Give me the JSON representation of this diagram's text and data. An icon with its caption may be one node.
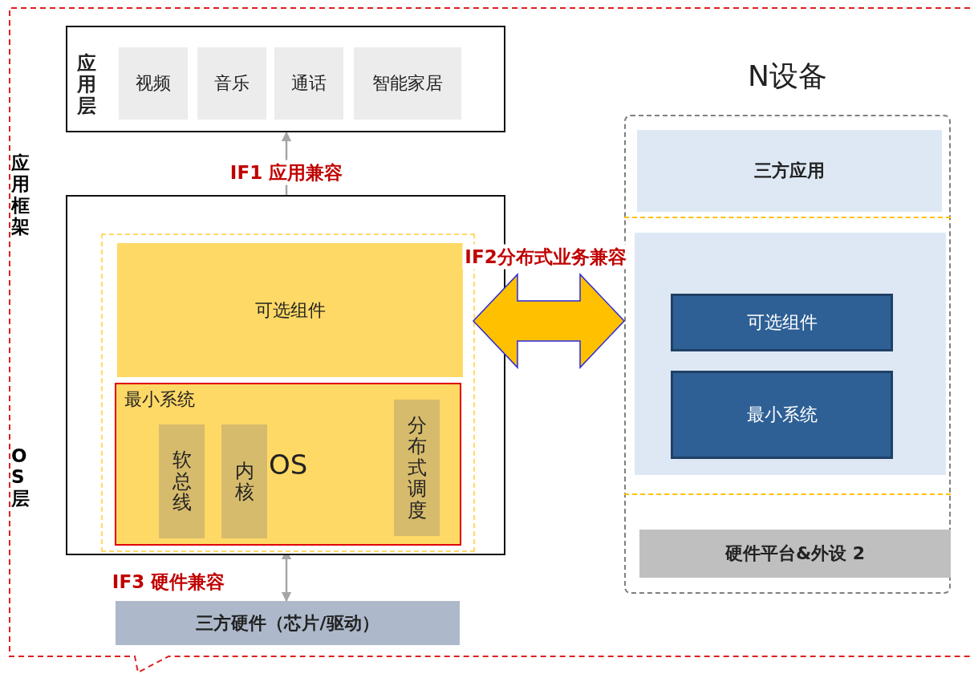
{
  "diagram": {
    "nodes": [
      {
        "text": [
          "应用层"
        ]
      },
      {
        "text": [
          "视频"
        ],
        "in": 0
      },
      {
        "text": [
          "音乐"
        ],
        "in": 0
      },
      {
        "text": [
          "通话"
        ],
        "in": 0
      },
      {
        "text": [
          "智能家居"
        ],
        "in": 0
      },
      {
        "text": [],
        "shape": "box"
      },
      {
        "text": [],
        "shape": "box",
        "in": 5
      },
      {
        "text": [
          "可选组件"
        ],
        "in": 6
      },
      {
        "text": [
          "最小系统",
          "OS"
        ],
        "in": 6
      },
      {
        "text": [
          "软总线"
        ],
        "in": 8
      },
      {
        "text": [
          "内核"
        ],
        "in": 8
      },
      {
        "text": [
          "分布式调度"
        ],
        "in": 8
      },
      {
        "text": [
          "三方硬件（芯片/驱动）"
        ]
      },
      {
        "text": [
          "N设备"
        ]
      },
      {
        "text": [
          "三方应用"
        ],
        "in": 13
      },
      {
        "text": [],
        "shape": "box",
        "in": 13
      },
      {
        "text": [
          "可选组件"
        ],
        "in": 15
      },
      {
        "text": [
          "最小系统"
        ],
        "in": 15
      },
      {
        "text": [
          "硬件平台&外设 2"
        ],
        "in": 13
      }
    ],
    "edges": [
      {
        "from": 0,
        "to": 6,
        "arrow": "both",
        "label": "IF1 应用兼容"
      },
      {
        "from": 6,
        "to": 13,
        "arrow": "both",
        "label": "IF2分布式业务兼容",
        "style": "thick",
        "color": "#ffc000"
      },
      {
        "from": 12,
        "to": 6,
        "arrow": "both",
        "label": "IF3 硬件兼容"
      }
    ],
    "labels": [
      "应用框架",
      "OS层"
    ]
  }
}
